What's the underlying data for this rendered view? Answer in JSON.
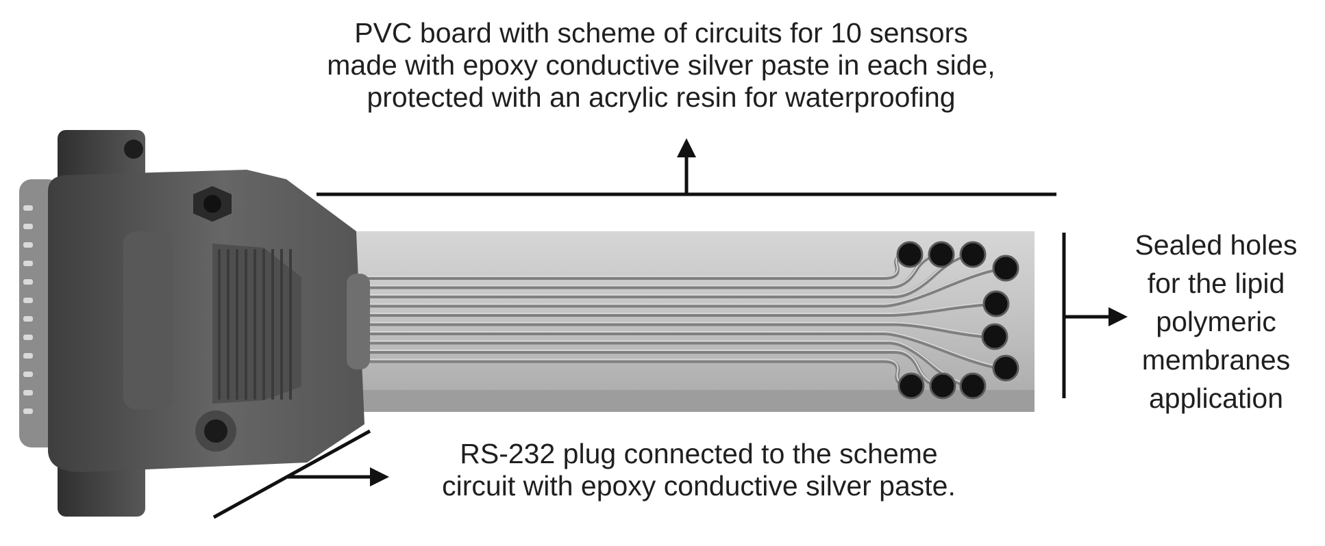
{
  "annotations": {
    "top_caption": {
      "lines": [
        "PVC board with scheme of circuits for 10 sensors",
        "made with epoxy conductive silver paste in each side,",
        "protected with an acrylic resin for waterproofing"
      ]
    },
    "bottom_caption": {
      "lines": [
        "RS-232 plug connected to the scheme",
        "circuit with epoxy conductive silver paste."
      ]
    },
    "right_caption": {
      "lines": [
        "Sealed holes",
        "for the lipid",
        "polymeric",
        "membranes",
        "application"
      ]
    }
  },
  "colors": {
    "background": "#ffffff",
    "connector_dark": "#4c4c4c",
    "connector_mid": "#666666",
    "board": "#b9b9b9",
    "trace": "#8a8a8a",
    "holes": "#111111",
    "annotation_lines": "#111111"
  },
  "icons": {
    "connector": "rs232-plug-icon",
    "board": "pvc-circuit-board-icon",
    "arrow": "arrow-icon"
  }
}
